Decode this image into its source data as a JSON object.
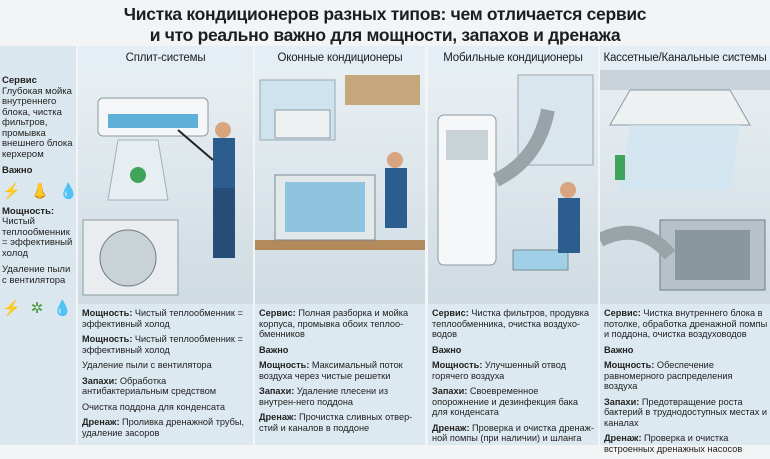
{
  "title": {
    "line1": "Чистка кондиционеров разных типов: чем отличается сервис",
    "line2": "и что реально важно для мощности, запахов и дренажа"
  },
  "legend": {
    "service_label": "Сервис",
    "service_text": "Глубокая мойка внутреннего блока, чистка фильтров, промывка внешнего блока керхером",
    "important_label": "Важно",
    "power_label": "Мощность:",
    "power_text": "Чистый теплообменник = эффективный холод",
    "dust_text": "Удаление пыли с вентилятора",
    "icons_row1": [
      "lightning-icon",
      "nose-icon",
      "water-drop-icon"
    ],
    "icons_row2": [
      "lightning-icon",
      "germs-icon",
      "water-drop-icon"
    ]
  },
  "columns": [
    {
      "title": "Сплит-системы",
      "items": [
        {
          "label": "Мощность:",
          "text": " Чистый теплообменник = эффективный холод"
        },
        {
          "label": "Мощность:",
          "text": " Чистый теплообменник = эффективный холод"
        },
        {
          "label": "",
          "text": "Удаление пыли с вентилятора"
        },
        {
          "label": "Запахи:",
          "text": " Обработка антибактериальным средством"
        },
        {
          "label": "",
          "text": "Очистка поддона для конденсата"
        },
        {
          "label": "Дренаж:",
          "text": " Проливка дренажной трубы, удаление засоров"
        }
      ]
    },
    {
      "title": "Оконные кондиционеры",
      "items": [
        {
          "label": "Сервис:",
          "text": " Полная разборка и мойка корпуса, промывка обоих теплоо-бменников"
        },
        {
          "label": "Важно",
          "text": ""
        },
        {
          "label": "Мощность:",
          "text": " Максимальный поток воздуха через чистые решетки"
        },
        {
          "label": "Запахи:",
          "text": " Удаление плесени из внутрен-него поддона"
        },
        {
          "label": "Дренаж:",
          "text": " Прочистка сливных отвер-стий и каналов в поддоне"
        }
      ]
    },
    {
      "title": "Мобильные кондиционеры",
      "items": [
        {
          "label": "Сервис:",
          "text": " Чистка фильтров, продувка теплообменника, очистка воздухо-водов"
        },
        {
          "label": "Важно",
          "text": ""
        },
        {
          "label": "Мощность:",
          "text": " Улучшенный отвод горячего воздуха"
        },
        {
          "label": "Запахи:",
          "text": " Своевременное опорожнение и дезинфекция бака для конденсата"
        },
        {
          "label": "Дренаж:",
          "text": " Проверка и очистка дренаж-ной помпы (при наличии) и шланга"
        }
      ]
    },
    {
      "title": "Кассетные/Канальные системы",
      "items": [
        {
          "label": "Сервис:",
          "text": " Чистка внутреннего блока в потолке, обработка дренажной помпы и поддона, очистка воздуховодов"
        },
        {
          "label": "Важно",
          "text": ""
        },
        {
          "label": "Мощность:",
          "text": " Обеспечение равномерного распределения воздуха"
        },
        {
          "label": "Запахи:",
          "text": " Предотвращение роста бактерий в труднодоступных местах и каналах"
        },
        {
          "label": "Дренаж:",
          "text": " Проверка и очистка встроенных дренажных насосов"
        }
      ]
    }
  ]
}
